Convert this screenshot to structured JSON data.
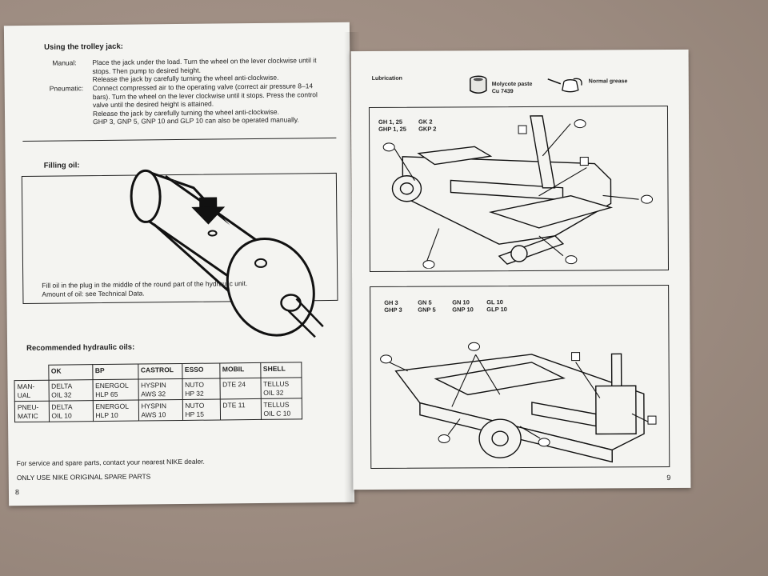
{
  "left_page": {
    "trolley_heading": "Using the trolley jack:",
    "manual_label": "Manual:",
    "manual_lines": [
      "Place the jack under the load. Turn the wheel on the lever clockwise until it",
      "stops. Then pump to desired height.",
      "Release the jack by carefully turning the wheel anti-clockwise."
    ],
    "pneumatic_label": "Pneumatic:",
    "pneumatic_lines": [
      "Connect compressed air to the operating valve (correct air pressure 8–14",
      "bars). Turn the wheel on the lever clockwise until it stops. Press the control",
      "valve until the desired height is attained.",
      "Release the jack by carefully turning the wheel anti-clockwise.",
      "GHP 3, GNP 5, GNP 10 and GLP 10 can also be operated manually."
    ],
    "filling_heading": "Filling oil:",
    "filling_lines": [
      "Fill oil in the plug in the middle of the round part of the hydraulic unit.",
      "Amount of oil: see Technical Data."
    ],
    "oils_heading": "Recommended hydraulic oils:",
    "oil_table": {
      "headers": [
        "",
        "OK",
        "BP",
        "CASTROL",
        "ESSO",
        "MOBIL",
        "SHELL"
      ],
      "rows": [
        [
          [
            "MAN-",
            "UAL"
          ],
          [
            "DELTA",
            "OIL 32"
          ],
          [
            "ENERGOL",
            "HLP 65"
          ],
          [
            "HYSPIN",
            "AWS 32"
          ],
          [
            "NUTO",
            "HP 32"
          ],
          [
            "DTE 24"
          ],
          [
            "TELLUS",
            "OIL 32"
          ]
        ],
        [
          [
            "PNEU-",
            "MATIC"
          ],
          [
            "DELTA",
            "OIL 10"
          ],
          [
            "ENERGOL",
            "HLP 10"
          ],
          [
            "HYSPIN",
            "AWS 10"
          ],
          [
            "NUTO",
            "HP 15"
          ],
          [
            "DTE 11"
          ],
          [
            "TELLUS",
            "OIL C 10"
          ]
        ]
      ]
    },
    "service_note": "For service and spare parts, contact your nearest NIKE dealer.",
    "original_parts_note": "ONLY USE NIKE ORIGINAL SPARE PARTS",
    "page_number": "8"
  },
  "right_page": {
    "lubrication_heading": "Lubrication",
    "legend_paste": [
      "Molycote paste",
      "Cu 7439"
    ],
    "legend_grease": "Normal grease",
    "diagram1_models": {
      "col1": [
        "GH  1, 25",
        "GHP 1, 25"
      ],
      "col2": [
        "GK  2",
        "GKP 2"
      ]
    },
    "diagram2_models": {
      "col1": [
        "GH  3",
        "GHP 3"
      ],
      "col2": [
        "GN  5",
        "GNP 5"
      ],
      "col3": [
        "GN  10",
        "GNP 10"
      ],
      "col4": [
        "GL  10",
        "GLP 10"
      ]
    },
    "page_number": "9"
  },
  "icons": [
    "grease-can-icon",
    "paste-tin-icon",
    "arrow-down-icon"
  ]
}
